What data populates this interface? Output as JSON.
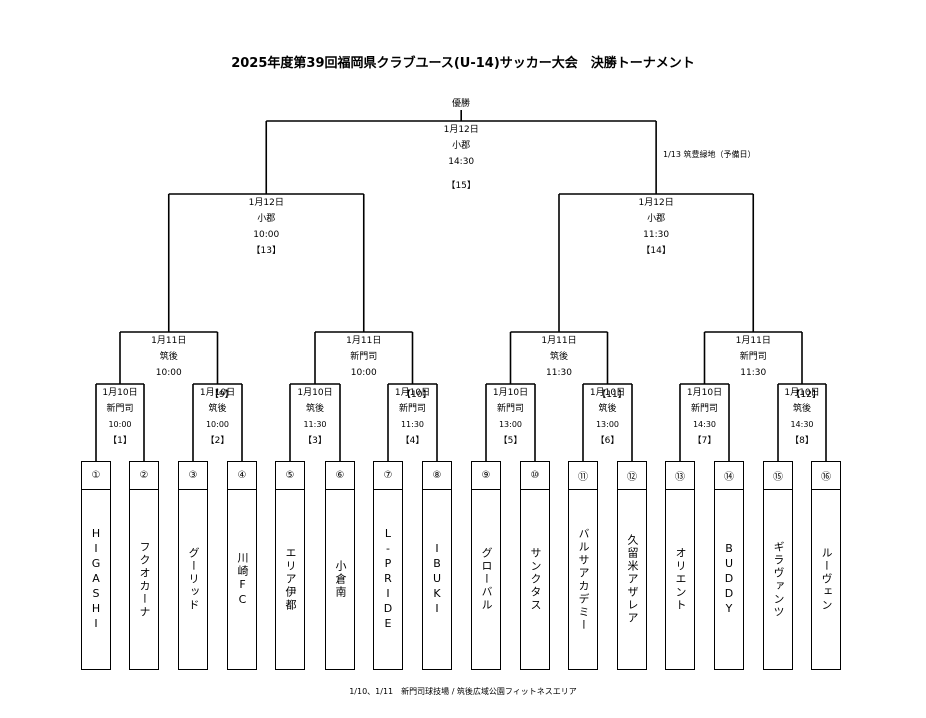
{
  "title": "2025年度第39回福岡県クラブユース(U-14)サッカー大会　決勝トーナメント",
  "champion_label": "優勝",
  "reserve_note": "1/13 筑豊緑地（予備日）",
  "footer": "1/10、1/11　新門司球技場 / 筑後広域公園フィットネスエリア",
  "teams": [
    {
      "seed": "①",
      "name": "HIGASHI"
    },
    {
      "seed": "②",
      "name": "フクオカーナ"
    },
    {
      "seed": "③",
      "name": "グーリッド"
    },
    {
      "seed": "④",
      "name": "川崎FC"
    },
    {
      "seed": "⑤",
      "name": "エリア伊都"
    },
    {
      "seed": "⑥",
      "name": "小倉南"
    },
    {
      "seed": "⑦",
      "name": "L-PRIDE"
    },
    {
      "seed": "⑧",
      "name": "IBUKI"
    },
    {
      "seed": "⑨",
      "name": "グローバル"
    },
    {
      "seed": "⑩",
      "name": "サンクタス"
    },
    {
      "seed": "⑪",
      "name": "バルサアカデミー"
    },
    {
      "seed": "⑫",
      "name": "久留米アザレア"
    },
    {
      "seed": "⑬",
      "name": "オリエント"
    },
    {
      "seed": "⑭",
      "name": "BUDDY"
    },
    {
      "seed": "⑮",
      "name": "ギラヴァンツ"
    },
    {
      "seed": "⑯",
      "name": "ルーヴェン"
    }
  ],
  "round1": [
    {
      "date": "1月10日",
      "venue": "新門司",
      "time": "10:00",
      "no": "【1】"
    },
    {
      "date": "1月10日",
      "venue": "筑後",
      "time": "10:00",
      "no": "【2】"
    },
    {
      "date": "1月10日",
      "venue": "筑後",
      "time": "11:30",
      "no": "【3】"
    },
    {
      "date": "1月10日",
      "venue": "新門司",
      "time": "11:30",
      "no": "【4】"
    },
    {
      "date": "1月10日",
      "venue": "新門司",
      "time": "13:00",
      "no": "【5】"
    },
    {
      "date": "1月10日",
      "venue": "筑後",
      "time": "13:00",
      "no": "【6】"
    },
    {
      "date": "1月10日",
      "venue": "新門司",
      "time": "14:30",
      "no": "【7】"
    },
    {
      "date": "1月10日",
      "venue": "筑後",
      "time": "14:30",
      "no": "【8】"
    }
  ],
  "round2": [
    {
      "date": "1月11日",
      "venue": "筑後",
      "time": "10:00",
      "no": "【9】"
    },
    {
      "date": "1月11日",
      "venue": "新門司",
      "time": "10:00",
      "no": "【10】"
    },
    {
      "date": "1月11日",
      "venue": "筑後",
      "time": "11:30",
      "no": "【11】"
    },
    {
      "date": "1月11日",
      "venue": "新門司",
      "time": "11:30",
      "no": "【12】"
    }
  ],
  "semis": [
    {
      "date": "1月12日",
      "venue": "小郡",
      "time": "10:00",
      "no": "【13】"
    },
    {
      "date": "1月12日",
      "venue": "小郡",
      "time": "11:30",
      "no": "【14】"
    }
  ],
  "final": {
    "date": "1月12日",
    "venue": "小郡",
    "time": "14:30",
    "no": "【15】"
  }
}
